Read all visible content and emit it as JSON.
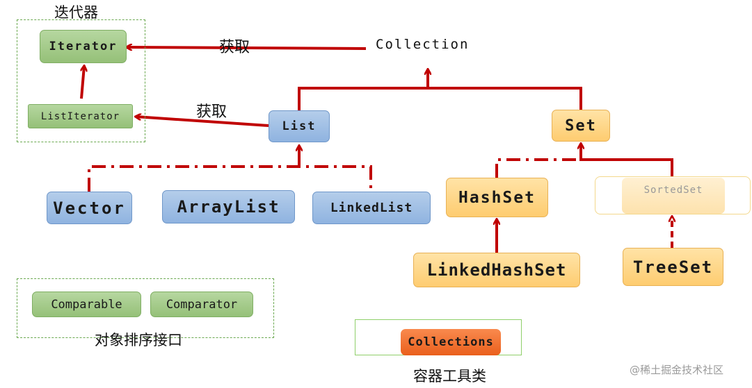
{
  "groups": {
    "iterator_title": "迭代器",
    "sort_title": "对象排序接口",
    "util_title": "容器工具类"
  },
  "edges": {
    "get_label_1": "获取",
    "get_label_2": "获取"
  },
  "nodes": {
    "collection": "Collection",
    "iterator": "Iterator",
    "list_iterator": "ListIterator",
    "list": "List",
    "set": "Set",
    "vector": "Vector",
    "array_list": "ArrayList",
    "linked_list": "LinkedList",
    "hash_set": "HashSet",
    "sorted_set": "SortedSet",
    "linked_hash_set": "LinkedHashSet",
    "tree_set": "TreeSet",
    "comparable": "Comparable",
    "comparator": "Comparator",
    "collections": "Collections"
  },
  "watermark": "@稀土掘金技术社区",
  "colors": {
    "arrow": "#c00000",
    "interface_green": "#9bc57f",
    "list_blue": "#9dbde4",
    "set_orange": "#fed27f",
    "utility_orange": "#f0702e",
    "group_border": "#6aa84f"
  }
}
